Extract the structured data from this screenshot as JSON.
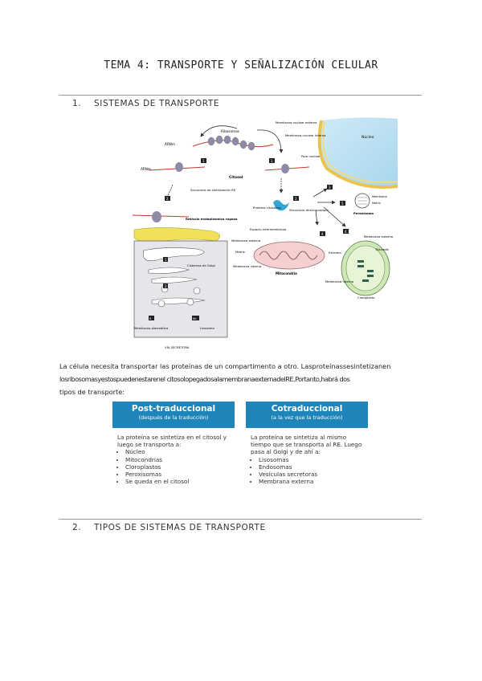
{
  "title": "TEMA 4: TRANSPORTE Y SEÑALIZACIÓN CELULAR",
  "sections": [
    {
      "number": "1.",
      "title": "SISTEMAS DE TRANSPORTE"
    },
    {
      "number": "2.",
      "title": "TIPOS DE SISTEMAS DE TRANSPORTE"
    }
  ],
  "figure": {
    "labels": {
      "mem_nuc_externa": "Membrana nuclear externa",
      "mem_nuc_interna": "Membrana nuclear interna",
      "nucleo": "Núcleo",
      "poro_nuclear": "Poro nuclear",
      "ribosomas": "Ribosomas",
      "arnm1": "ARNm",
      "arnm2": "ARNm",
      "citosol": "Citosol",
      "secuencia_re": "Secuencia de señalización RE",
      "reticulo": "Retículo endoplásmico rugoso",
      "cisternas_golgi": "Cisternas de Golgi",
      "membrana_plasmatica": "Membrana plasmática",
      "lisosoma": "Lisosoma",
      "via_secretora": "VÍA SECRETORA",
      "proteina_citosolica": "Proteína citosólica",
      "secuencia_direccionadora": "Secuencia direccionadora",
      "espacio_intermembrana": "Espacio intermembrana",
      "membrana_externa1": "Membrana externa",
      "matriz1": "Matriz",
      "membrana_interna1": "Membrana interna",
      "mitocondria": "Mitocondria",
      "membrana_p": "Membrana",
      "matriz_p": "Matriz",
      "peroxisoma": "Peroxisoma",
      "membrana_externa2": "Membrana externa",
      "tilacoide": "Tilacoide",
      "estroma": "Estroma",
      "membrana_interna2": "Membrana interna",
      "cloroplasto": "Cloroplasto"
    },
    "steps": [
      "1",
      "1",
      "2",
      "2",
      "3",
      "4",
      "5",
      "1",
      "2",
      "3",
      "4",
      "5",
      "6",
      "6b"
    ]
  },
  "paragraph": {
    "line1": "La célula necesita transportar las proteínas de un compartimento a otro. Lasproteínassesintetizanen",
    "line2": "losribosomasyestospuedenestarenel citosolopegadosalamembranaexternadelRE.Portanto,habrá dos",
    "line3": "tipos de transporte:"
  },
  "table": {
    "post": {
      "title": "Post-traduccional",
      "subtitle": "(después de la traducción)",
      "text": "La proteína se sintetiza en el citosol y luego se transporta a:",
      "items": [
        "Núcleo",
        "Mitocondrias",
        "Cloroplastos",
        "Peroxisomas",
        "Se queda en el citosol"
      ]
    },
    "co": {
      "title": "Cotraduccional",
      "subtitle": "(a la vez que la traducción)",
      "text": "La proteína se sintetiza al mismo tiempo que se transporta al RE. Luego pasa al Golgi y de ahí a:",
      "items": [
        "Lisosomas",
        "Endosomas",
        "Vesículas secretoras",
        "Membrana externa"
      ]
    }
  }
}
